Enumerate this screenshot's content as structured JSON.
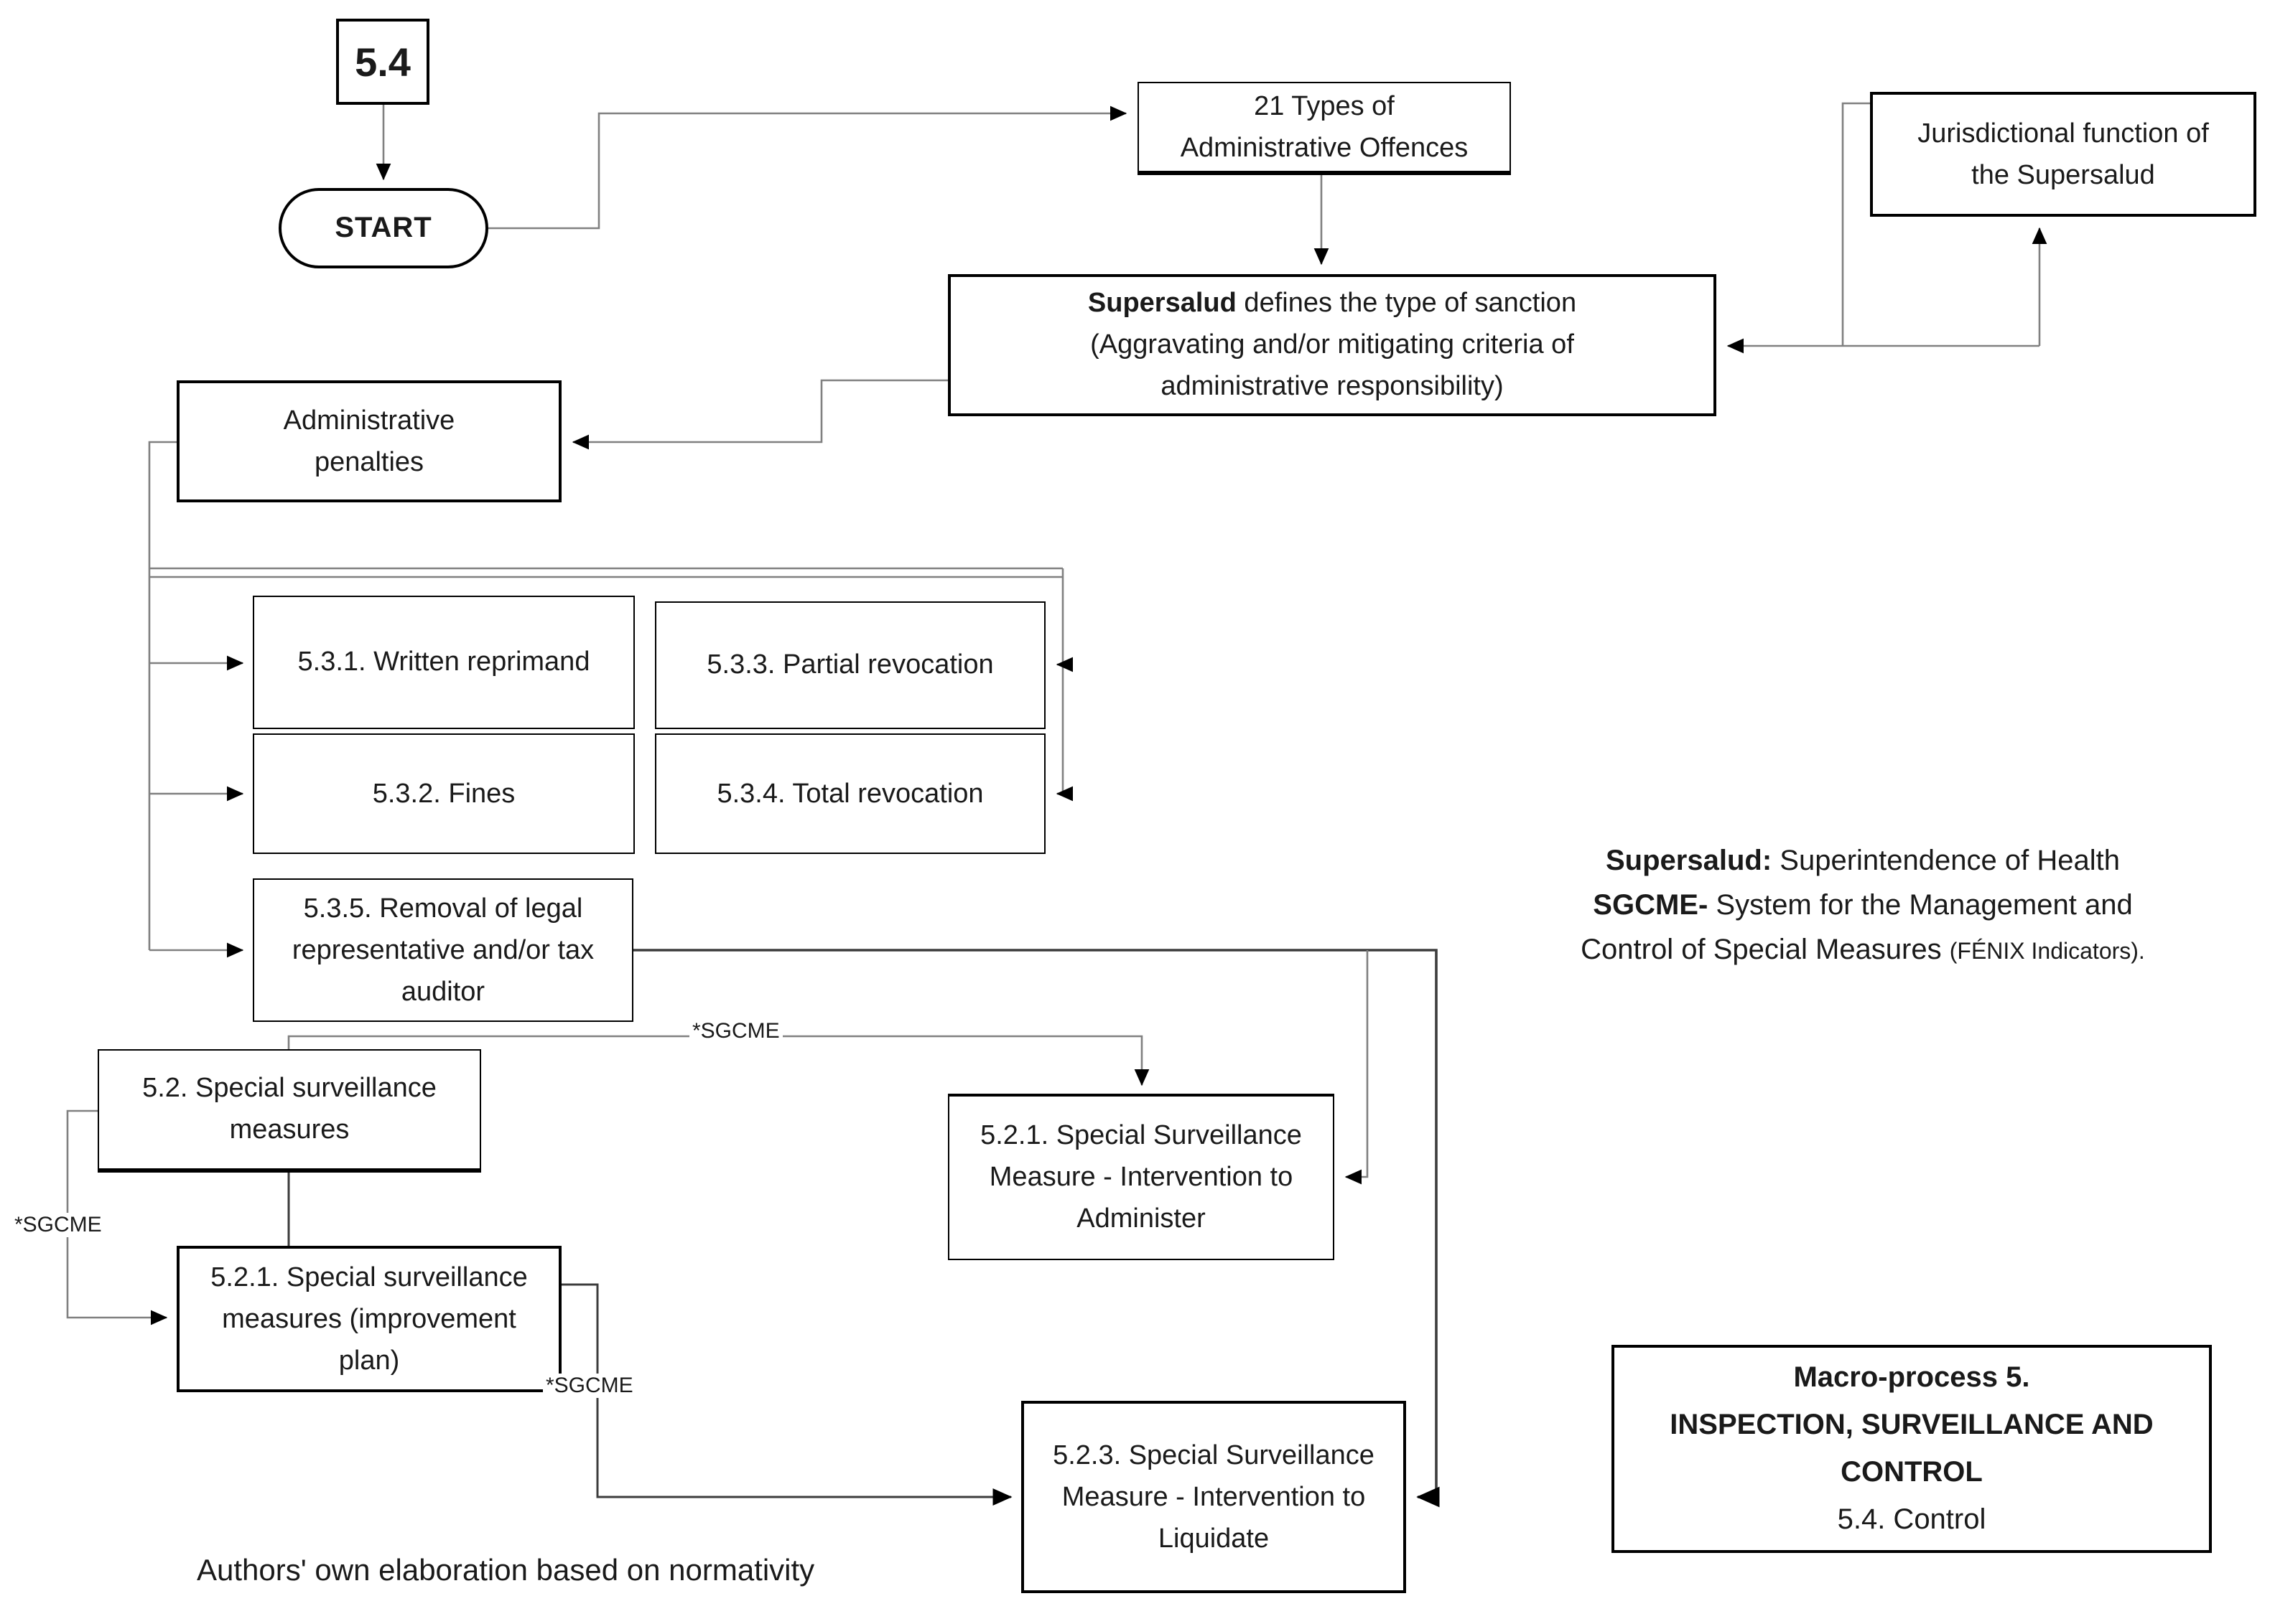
{
  "nodes": {
    "ref54": {
      "label": "5.4"
    },
    "start": {
      "label": "START"
    },
    "types21": {
      "lines": [
        "21 Types of",
        "Administrative Offences"
      ]
    },
    "jurisdictional": {
      "lines": [
        "Jurisdictional function of",
        "the Supersalud"
      ]
    },
    "supersalud": {
      "line1_bold": "Supersalud",
      "line1_rest": " defines the type of sanction",
      "line2": "(Aggravating and/or mitigating criteria of",
      "line3": "administrative responsibility)"
    },
    "admin_penalties": {
      "lines": [
        "Administrative",
        "penalties"
      ]
    },
    "s531": {
      "label": "5.3.1. Written reprimand"
    },
    "s532": {
      "label": "5.3.2. Fines"
    },
    "s533": {
      "label": "5.3.3. Partial revocation"
    },
    "s534": {
      "label": "5.3.4. Total revocation"
    },
    "s535": {
      "lines": [
        "5.3.5. Removal of legal",
        "representative and/or tax",
        "auditor"
      ]
    },
    "s52": {
      "lines": [
        "5.2. Special surveillance",
        "measures"
      ]
    },
    "s521_administer": {
      "lines": [
        "5.2.1. Special Surveillance",
        "Measure - Intervention to",
        "Administer"
      ]
    },
    "s521_plan": {
      "lines": [
        "5.2.1. Special surveillance",
        "measures (improvement",
        "plan)"
      ]
    },
    "s523_liquidate": {
      "lines": [
        "5.2.3. Special Surveillance",
        "Measure - Intervention to",
        "Liquidate"
      ]
    }
  },
  "connector_labels": {
    "sgcme_top": "*SGCME",
    "sgcme_left": "*SGCME",
    "sgcme_mid": "*SGCME"
  },
  "legend": {
    "line1_bold": "Supersalud:",
    "line1_rest": " Superintendence of Health",
    "line2_bold": "SGCME-",
    "line2_rest": " System for the Management and",
    "line3_rest": "Control of Special Measures ",
    "line3_small": "(FÉNIX Indicators)."
  },
  "macro_box": {
    "line1": "Macro-process 5.",
    "line2": "INSPECTION, SURVEILLANCE AND",
    "line3": "CONTROL",
    "line4": "5.4. Control"
  },
  "caption": "Authors' own elaboration based on normativity",
  "colors": {
    "wire": "#808080",
    "wire_dark": "#3c3c3c",
    "arrow": "#000000",
    "border": "#000000",
    "bg": "#ffffff"
  }
}
